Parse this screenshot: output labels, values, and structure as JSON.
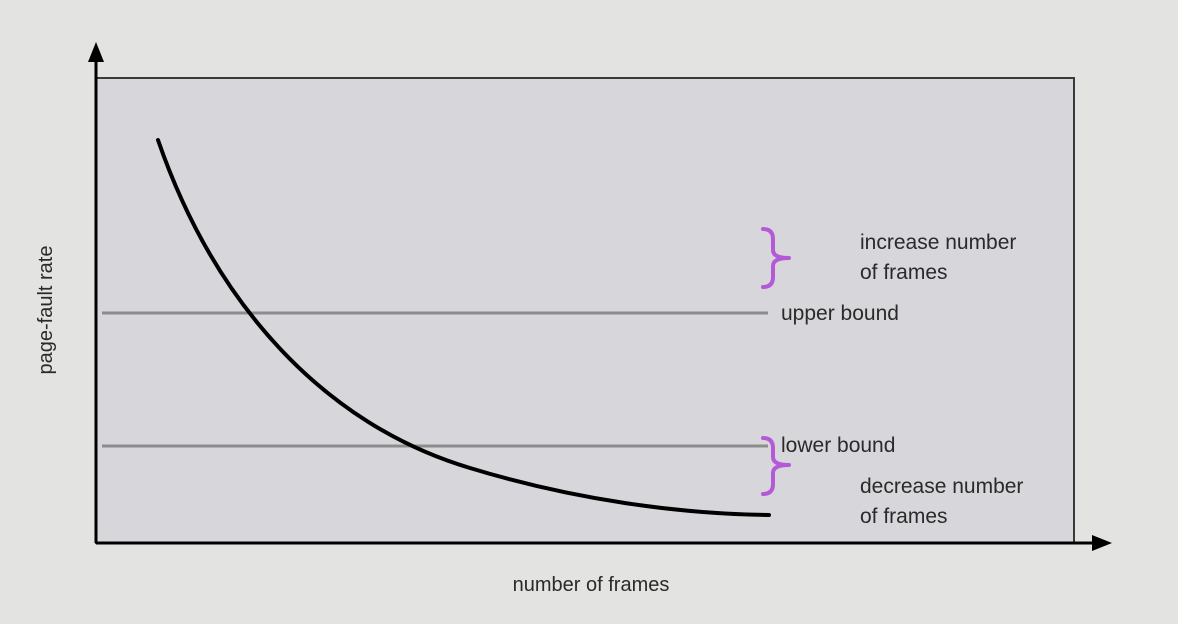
{
  "axes": {
    "x_label": "number of frames",
    "y_label": "page-fault rate"
  },
  "bounds": {
    "upper_label": "upper bound",
    "lower_label": "lower bound"
  },
  "regions": {
    "increase_line1": "increase number",
    "increase_line2": "of frames",
    "decrease_line1": "decrease number",
    "decrease_line2": "of frames"
  },
  "colors": {
    "background": "#e3e3e2",
    "plot_area": "#d7d6da",
    "curve": "#000000",
    "bound_lines": "#8c8c8c",
    "braces": "#b45ad6"
  }
}
